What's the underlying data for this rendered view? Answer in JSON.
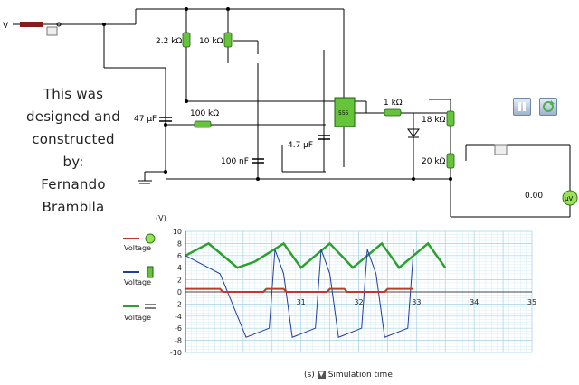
{
  "schematic": {
    "source_label": "V",
    "r1": "2.2 kΩ",
    "r2": "10 kΩ",
    "r3": "100 kΩ",
    "c1": "47 µF",
    "c2": "100 nF",
    "c3": "4.7 µF",
    "r4": "1 kΩ",
    "r5": "18 kΩ",
    "r6": "20 kΩ",
    "ic_label": "555",
    "meter_value": "0.00",
    "meter_unit": "µV"
  },
  "credit": {
    "lines": [
      "This was",
      "designed and",
      "constructed",
      "by:",
      "Fernando",
      "Brambila"
    ]
  },
  "controls": {
    "pause": "pause-icon",
    "reset": "refresh-icon"
  },
  "legend": {
    "items": [
      {
        "label": "Voltage",
        "color": "#c0392b",
        "icon": "voltmeter-icon"
      },
      {
        "label": "Voltage",
        "color": "#1f3f9e",
        "icon": "led-icon"
      },
      {
        "label": "Voltage",
        "color": "#2ca02c",
        "icon": "capacitor-icon"
      }
    ]
  },
  "chart_data": {
    "type": "line",
    "ylabel": "(V)",
    "xlabel": "Simulation time",
    "xunit": "(s)",
    "xlim": [
      29,
      35
    ],
    "ylim": [
      -10,
      10
    ],
    "xticks": [
      31,
      32,
      33,
      34,
      35
    ],
    "yticks": [
      10,
      8,
      6,
      4,
      2,
      0,
      -2,
      -4,
      -6,
      -8,
      -10
    ],
    "grid": true,
    "series": [
      {
        "color": "#2ca02c",
        "x": [
          29.0,
          29.4,
          29.9,
          30.2,
          30.7,
          31.0,
          31.5,
          31.9,
          32.4,
          32.7,
          33.2,
          33.5
        ],
        "y": [
          6.0,
          8.0,
          4.0,
          5.0,
          8.0,
          4.0,
          8.0,
          4.0,
          8.0,
          4.0,
          8.0,
          4.0
        ]
      },
      {
        "color": "#1f3f9e",
        "x": [
          29.0,
          29.6,
          29.9,
          30.05,
          30.45,
          30.55,
          30.7,
          30.85,
          31.25,
          31.35,
          31.5,
          31.65,
          32.05,
          32.15,
          32.3,
          32.45,
          32.85,
          32.95
        ],
        "y": [
          6.0,
          3.0,
          -4.0,
          -7.5,
          -6.0,
          7.0,
          3.0,
          -7.5,
          -6.0,
          7.0,
          3.0,
          -7.5,
          -6.0,
          7.0,
          3.0,
          -7.5,
          -6.0,
          7.0
        ]
      },
      {
        "color": "#c0392b",
        "x": [
          29.0,
          29.6,
          29.65,
          30.35,
          30.4,
          30.7,
          30.75,
          31.45,
          31.5,
          31.75,
          31.8,
          32.45,
          32.5,
          32.95
        ],
        "y": [
          0.5,
          0.5,
          0.0,
          0.0,
          0.5,
          0.5,
          0.0,
          0.0,
          0.5,
          0.5,
          0.0,
          0.0,
          0.5,
          0.5
        ]
      }
    ]
  }
}
